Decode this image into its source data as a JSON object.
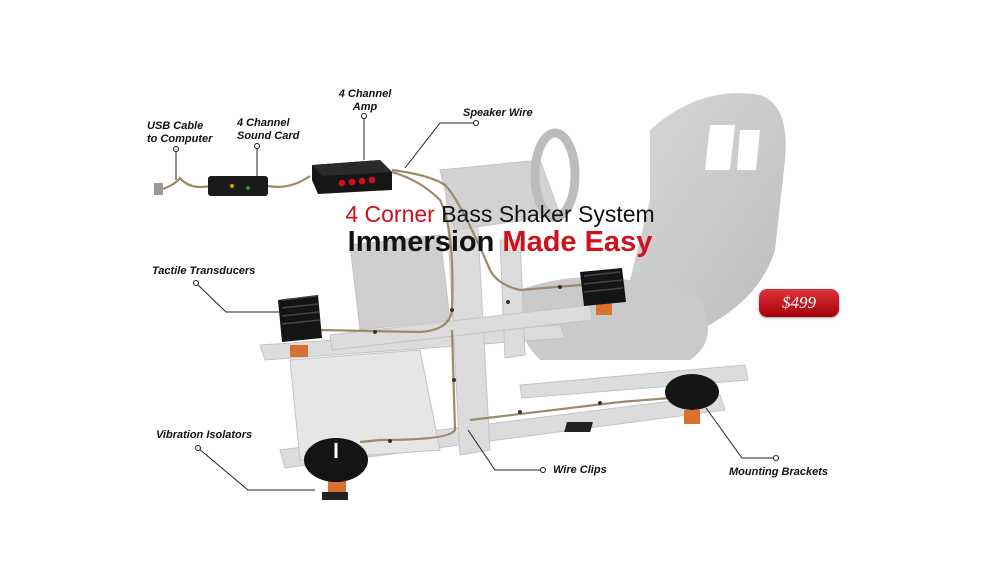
{
  "headline": {
    "line1_accent": "4 Corner",
    "line1_rest": "Bass Shaker System",
    "line2_main": "Immersion",
    "line2_accent": "Made Easy"
  },
  "price": "$499",
  "callouts": {
    "usb_cable": [
      "USB Cable",
      "to Computer"
    ],
    "sound_card": [
      "4 Channel",
      "Sound Card"
    ],
    "amp": [
      "4 Channel",
      "Amp"
    ],
    "speaker_wire": "Speaker Wire",
    "tactile_transducers": "Tactile Transducers",
    "vibration_isolators": "Vibration Isolators",
    "wire_clips": "Wire Clips",
    "mounting_brackets": "Mounting Brackets"
  },
  "colors": {
    "accent": "#d0101b",
    "frame": "#d9d9d9",
    "seat": "#c9c9c9",
    "wire": "#9a8a6a"
  }
}
